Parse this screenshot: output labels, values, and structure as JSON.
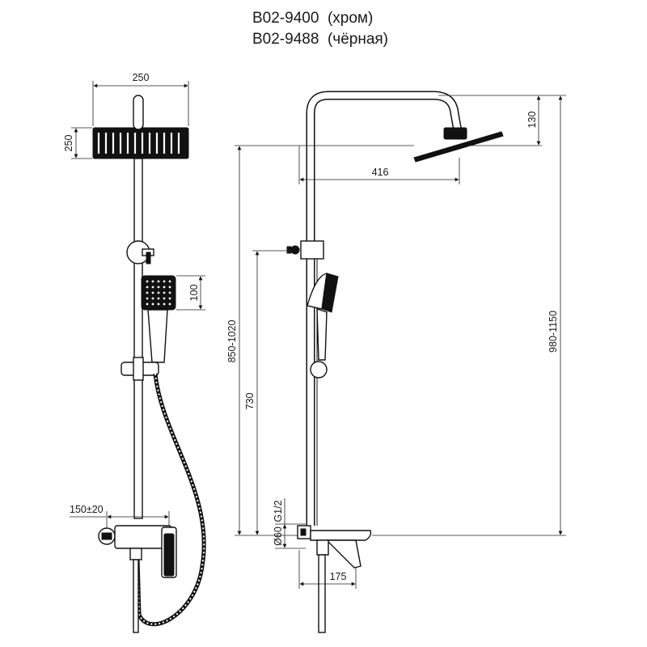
{
  "title": {
    "line1_code": "B02-9400",
    "line1_variant": "(хром)",
    "line2_code": "B02-9488",
    "line2_variant": "(чёрная)"
  },
  "front_view": {
    "head_width": "250",
    "head_depth": "250",
    "hand_shower_size": "100",
    "mixer_spacing": "150±20"
  },
  "side_view": {
    "arm_reach": "416",
    "head_drop": "130",
    "column_height": "850-1020",
    "holder_height": "730",
    "total_height": "980-1150",
    "thread": "G1/2",
    "flange_diameter": "Ø60",
    "spout_length": "175"
  },
  "colors": {
    "line": "#111111",
    "background": "#ffffff"
  }
}
